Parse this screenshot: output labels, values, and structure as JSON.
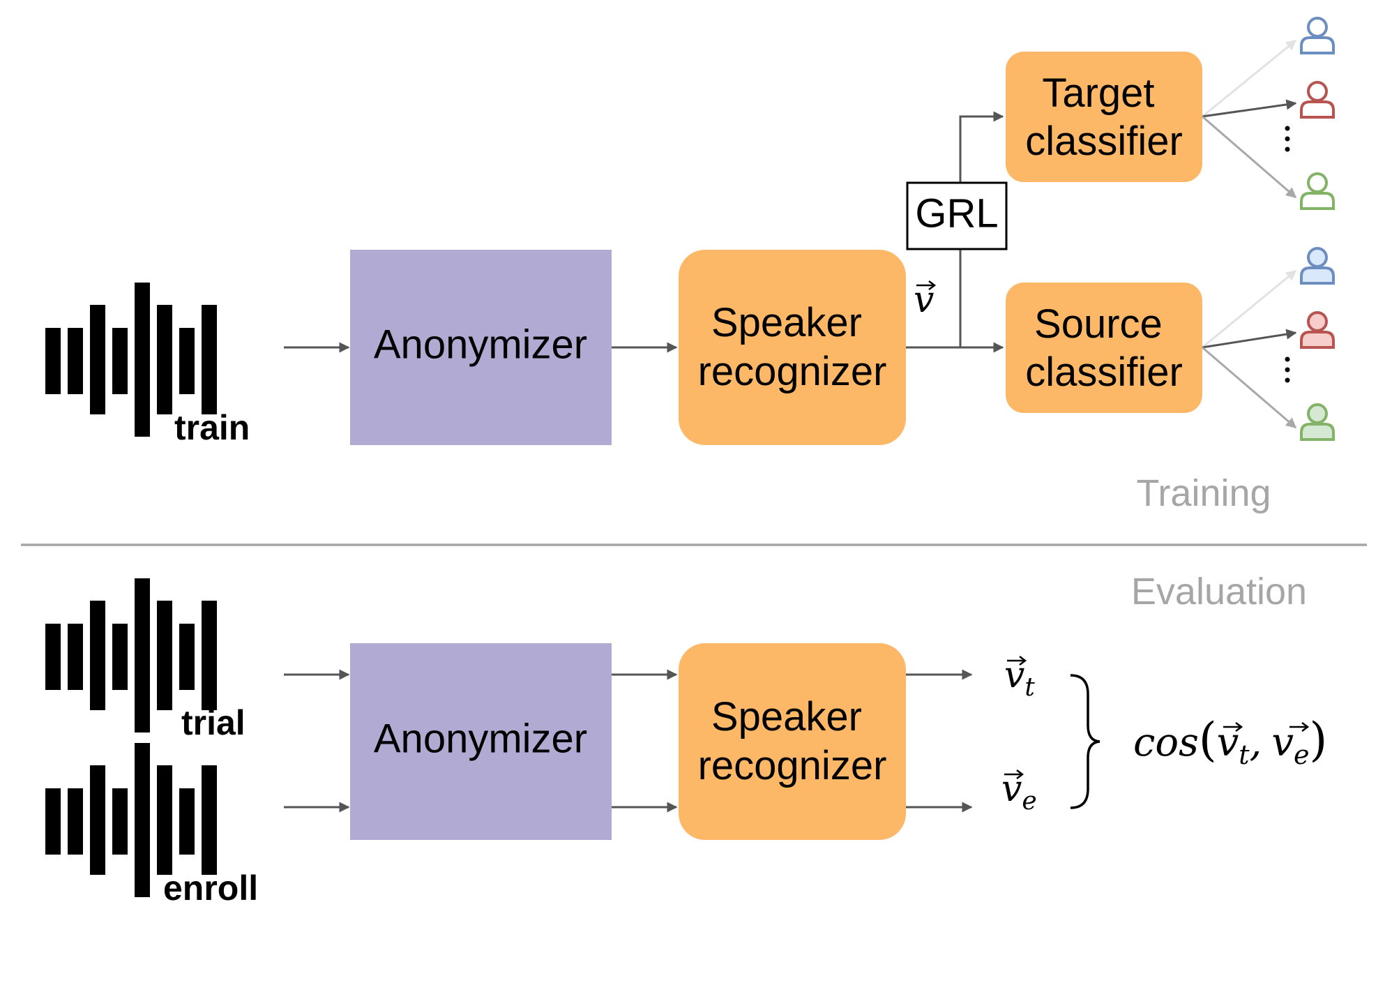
{
  "colors": {
    "anonymizer_fill": "#b1abd4",
    "orange_fill": "#fcb867",
    "arrow": "#555555",
    "divider": "#a6a6a6",
    "section_label": "#a6a6a6",
    "speaker_blue": "#6c8ebf",
    "speaker_red": "#b85450",
    "speaker_green": "#82b366",
    "speaker_blue_fill": "#dae8fc",
    "speaker_red_fill": "#f8cecc",
    "speaker_green_fill": "#d5e8d4"
  },
  "training": {
    "section_label": "Training",
    "waveform_label": "train",
    "anonymizer": "Anonymizer",
    "speaker_recognizer": [
      "Speaker",
      "recognizer"
    ],
    "grl": "GRL",
    "vector_label": "v",
    "target_classifier": [
      "Target",
      "classifier"
    ],
    "source_classifier": [
      "Source",
      "classifier"
    ],
    "speaker_icons": [
      "user-icon-blue",
      "user-icon-red",
      "user-icon-green"
    ]
  },
  "evaluation": {
    "section_label": "Evaluation",
    "waveform_labels": [
      "trial",
      "enroll"
    ],
    "anonymizer": "Anonymizer",
    "speaker_recognizer": [
      "Speaker",
      "recognizer"
    ],
    "output_vectors": [
      {
        "base": "v",
        "sub": "t"
      },
      {
        "base": "v",
        "sub": "e"
      }
    ],
    "score": {
      "func": "cos",
      "open": "(",
      "arg1": {
        "base": "v",
        "sub": "t"
      },
      "sep": ",",
      "arg2": {
        "base": "v",
        "sub": "e"
      },
      "close": ")"
    }
  }
}
